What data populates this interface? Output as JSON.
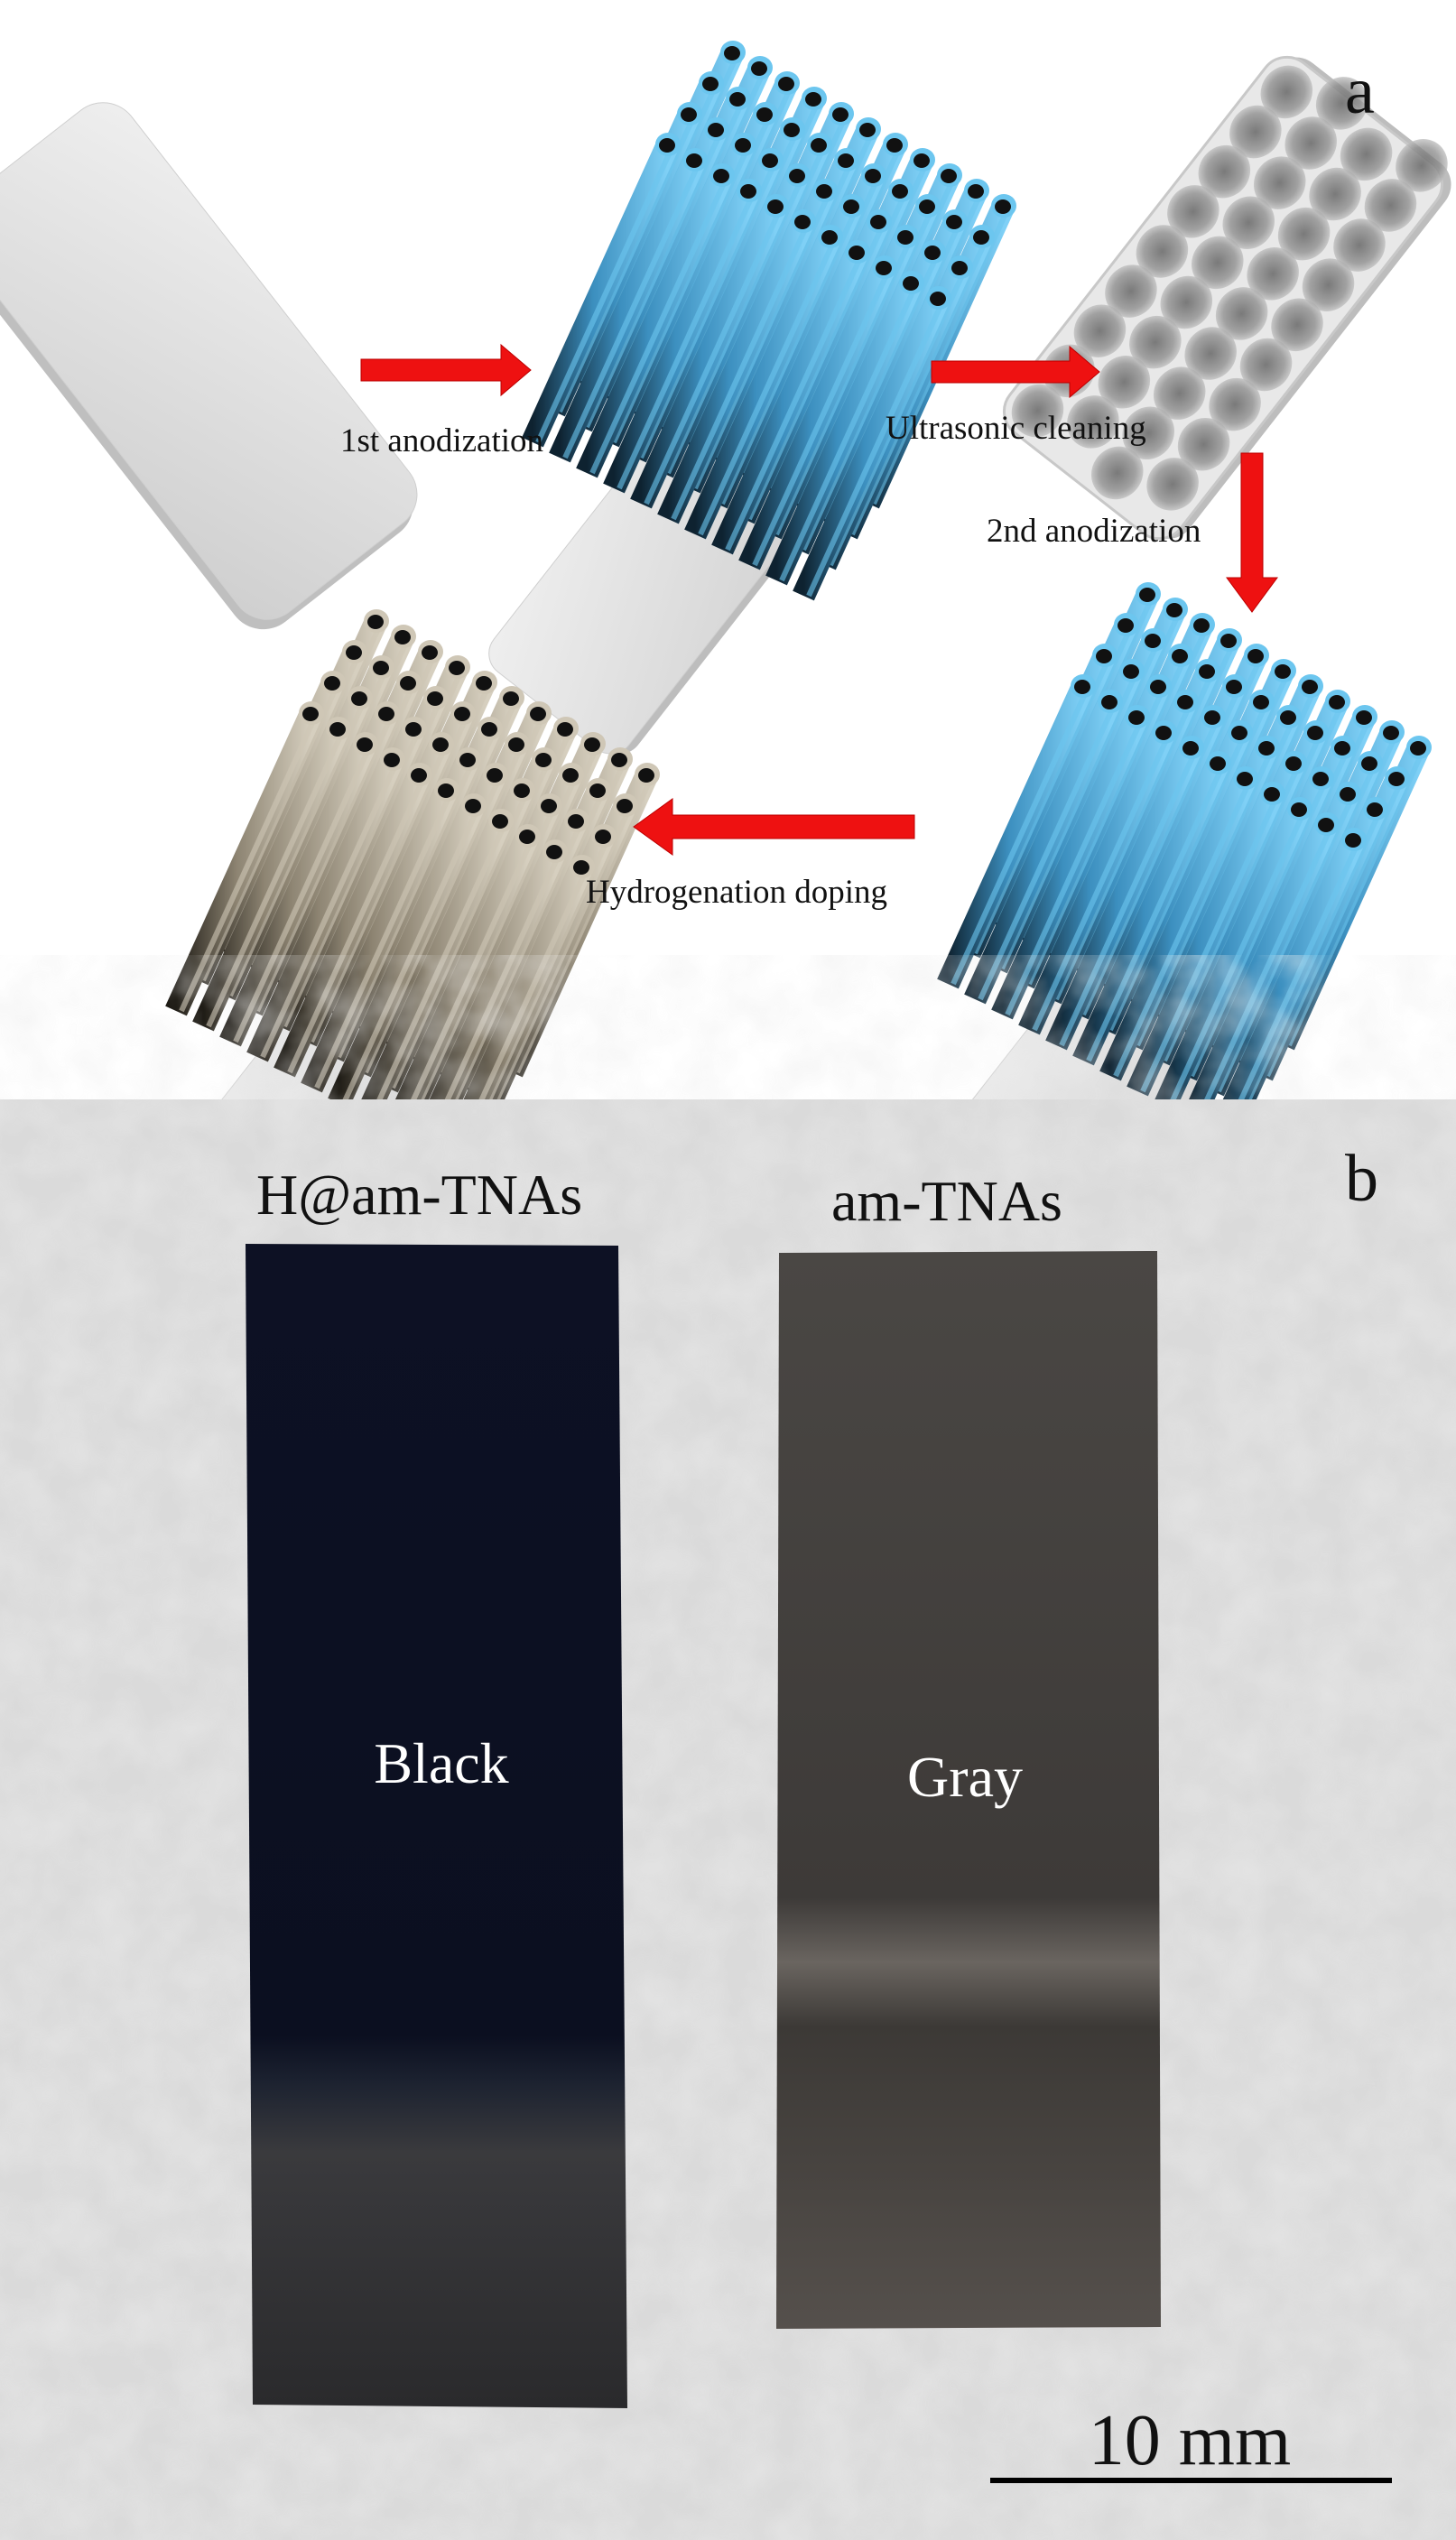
{
  "panel_a": {
    "label": "a",
    "steps": {
      "step1": "1st anodization",
      "step2": "Ultrasonic cleaning",
      "step3": "2nd anodization",
      "step4": "Hydrogenation doping"
    },
    "colors": {
      "arrow": "#ee1111",
      "tube_blue": "#5bbbe8",
      "tube_brown": "#b5ab98",
      "plate": "#d9d9d9"
    }
  },
  "panel_b": {
    "label": "b",
    "sample_left": {
      "name": "H@am-TNAs",
      "color_label": "Black"
    },
    "sample_right": {
      "name": "am-TNAs",
      "color_label": "Gray"
    },
    "scale_bar": "10 mm"
  }
}
